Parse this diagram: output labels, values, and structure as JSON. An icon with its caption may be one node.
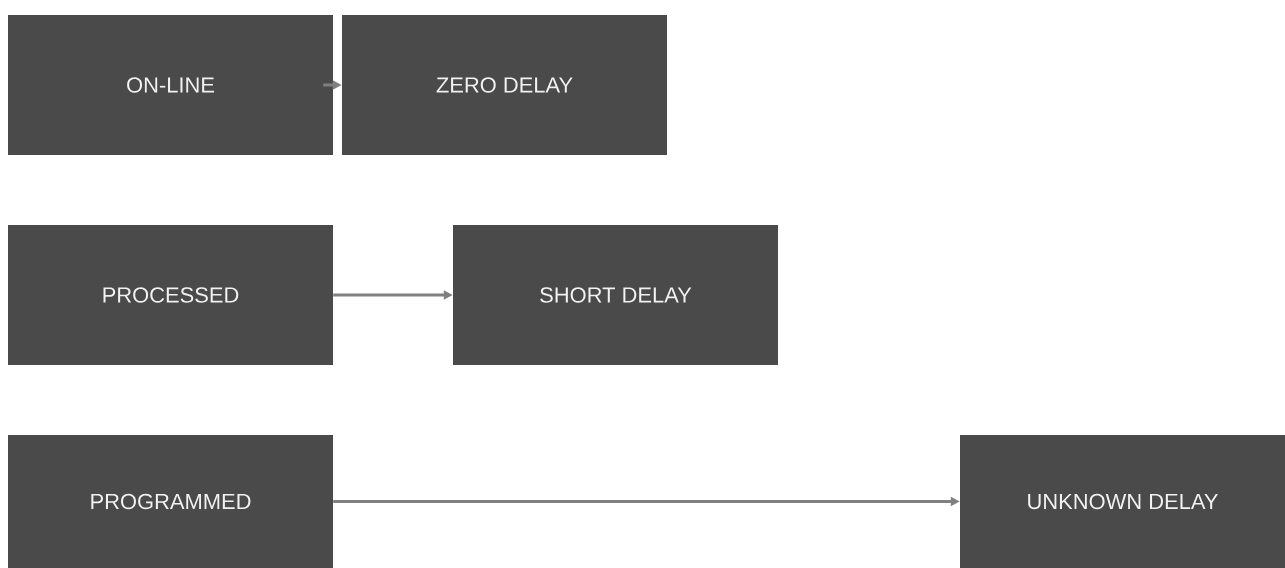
{
  "diagram": {
    "nodes": [
      {
        "text": [
          "ON-LINE"
        ]
      },
      {
        "text": [
          "ZERO DELAY"
        ]
      },
      {
        "text": [
          "PROCESSED"
        ]
      },
      {
        "text": [
          "SHORT DELAY"
        ]
      },
      {
        "text": [
          "PROGRAMMED"
        ]
      },
      {
        "text": [
          "UNKNOWN DELAY"
        ]
      }
    ],
    "edges": [
      {
        "from": 0,
        "to": 1,
        "arrow": "to"
      },
      {
        "from": 2,
        "to": 3,
        "arrow": "to"
      },
      {
        "from": 4,
        "to": 5,
        "arrow": "to"
      }
    ]
  }
}
